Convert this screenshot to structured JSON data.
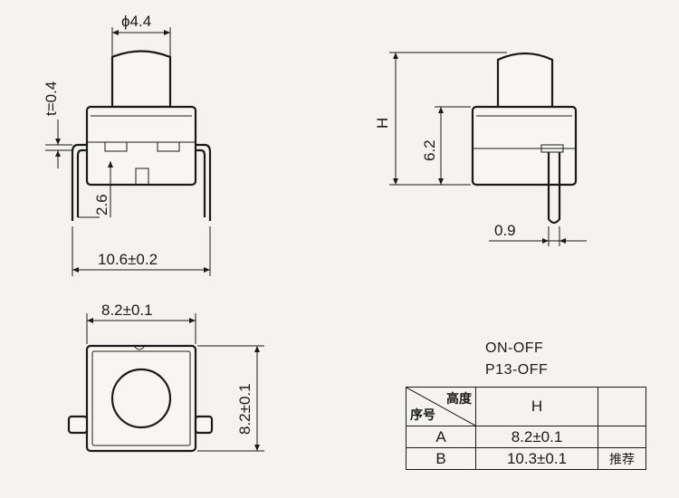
{
  "front_view": {
    "diameter_label": "ϕ4.4",
    "thickness_label": "t=0.4",
    "pin_height_label": "2.6",
    "width_label": "10.6±0.2"
  },
  "side_view": {
    "height_label": "H",
    "body_height_label": "6.2",
    "pin_width_label": "0.9"
  },
  "top_view": {
    "width_label": "8.2±0.1",
    "depth_label": "8.2±0.1"
  },
  "captions": {
    "line1": "ON-OFF",
    "line2": "P13-OFF"
  },
  "table": {
    "header_top": "高度",
    "header_bottom": "序号",
    "header_col": "H",
    "rows": [
      {
        "id": "A",
        "value": "8.2±0.1",
        "note": ""
      },
      {
        "id": "B",
        "value": "10.3±0.1",
        "note": "推荐"
      }
    ]
  }
}
